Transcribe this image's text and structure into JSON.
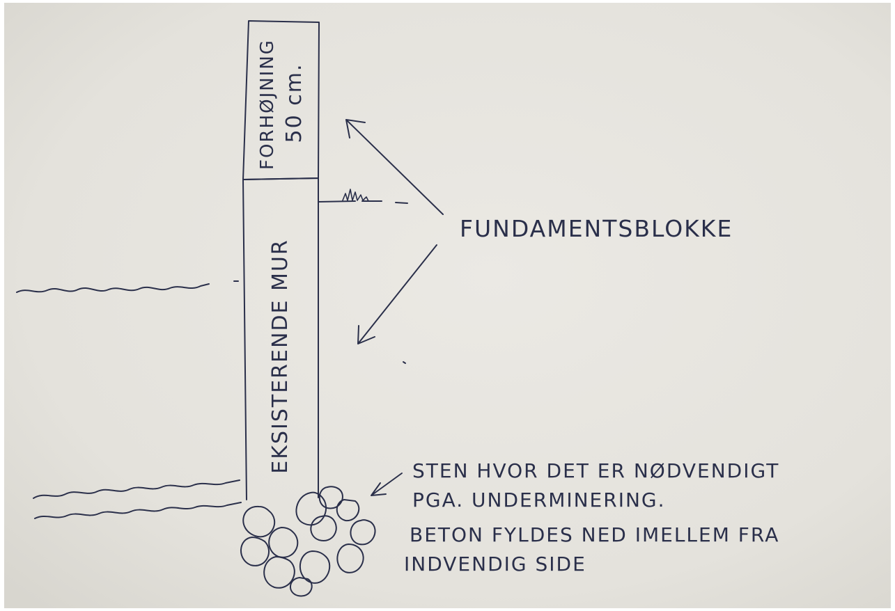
{
  "sketch": {
    "upper_block_label": "FORHØJNING",
    "upper_block_dimension": "50 cm.",
    "lower_block_label": "EKSISTERENDE MUR",
    "pointer_label": "FUNDAMENTSBLOKKE",
    "note_lines": [
      "STEN HVOR DET ER NØDVENDIGT",
      "PGA. UNDERMINERING.",
      "BETON FYLDES NED IMELLEM FRA",
      "INDVENDIG SIDE"
    ]
  },
  "colors": {
    "paper": "#e7e5df",
    "ink": "#2a2f4a"
  }
}
